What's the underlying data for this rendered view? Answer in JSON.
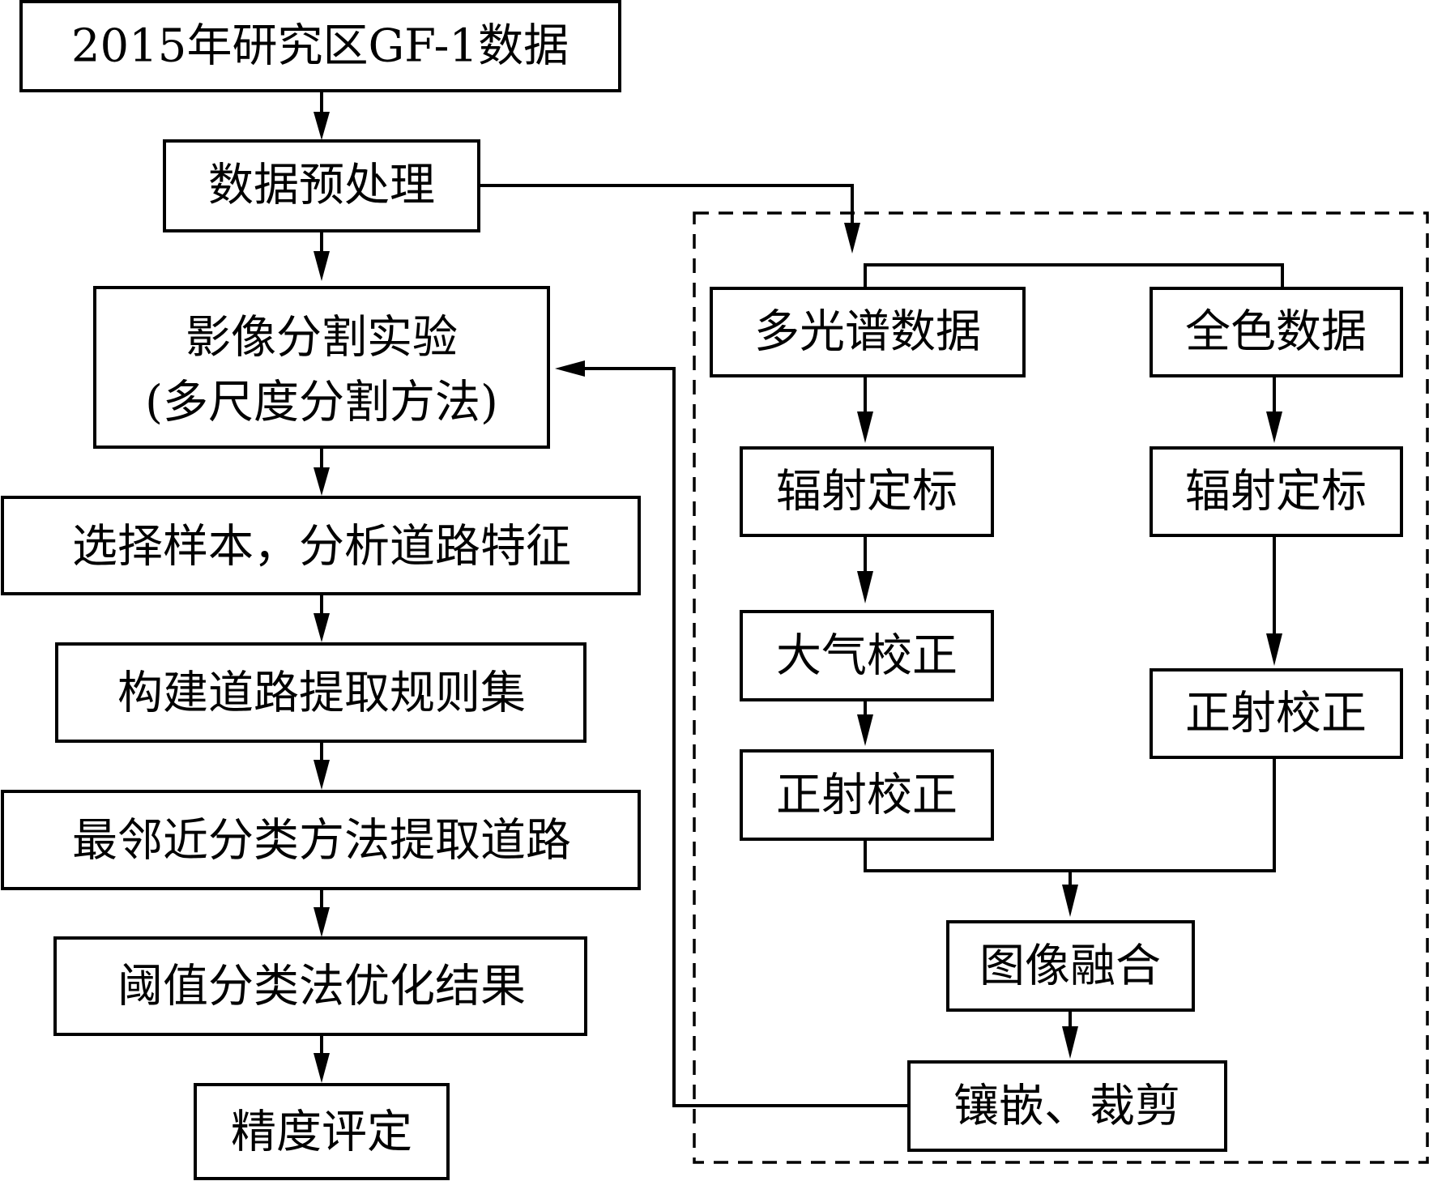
{
  "diagram": {
    "type": "flowchart",
    "main_flow": [
      {
        "id": "gf1-data",
        "label": "2015年研究区GF-1数据"
      },
      {
        "id": "preprocess",
        "label": "数据预处理"
      },
      {
        "id": "segmentation",
        "label": "影像分割实验",
        "label2": "(多尺度分割方法)"
      },
      {
        "id": "select-samples",
        "label": "选择样本，分析道路特征"
      },
      {
        "id": "build-rules",
        "label": "构建道路提取规则集"
      },
      {
        "id": "nn-classify",
        "label": "最邻近分类方法提取道路"
      },
      {
        "id": "threshold-optimize",
        "label": "阈值分类法优化结果"
      },
      {
        "id": "accuracy",
        "label": "精度评定"
      }
    ],
    "preprocess_group": {
      "multispectral": [
        {
          "id": "ms-data",
          "label": "多光谱数据"
        },
        {
          "id": "ms-radiometric",
          "label": "辐射定标"
        },
        {
          "id": "ms-atmospheric",
          "label": "大气校正"
        },
        {
          "id": "ms-ortho",
          "label": "正射校正"
        }
      ],
      "panchromatic": [
        {
          "id": "pan-data",
          "label": "全色数据"
        },
        {
          "id": "pan-radiometric",
          "label": "辐射定标"
        },
        {
          "id": "pan-ortho",
          "label": "正射校正"
        }
      ],
      "merge": [
        {
          "id": "fusion",
          "label": "图像融合"
        },
        {
          "id": "mosaic-clip",
          "label": "镶嵌、裁剪"
        }
      ]
    },
    "edges": [
      [
        "gf1-data",
        "preprocess"
      ],
      [
        "preprocess",
        "segmentation"
      ],
      [
        "segmentation",
        "select-samples"
      ],
      [
        "select-samples",
        "build-rules"
      ],
      [
        "build-rules",
        "nn-classify"
      ],
      [
        "nn-classify",
        "threshold-optimize"
      ],
      [
        "threshold-optimize",
        "accuracy"
      ],
      [
        "preprocess",
        "preprocess-group"
      ],
      [
        "ms-data",
        "ms-radiometric"
      ],
      [
        "ms-radiometric",
        "ms-atmospheric"
      ],
      [
        "ms-atmospheric",
        "ms-ortho"
      ],
      [
        "pan-data",
        "pan-radiometric"
      ],
      [
        "pan-radiometric",
        "pan-ortho"
      ],
      [
        "ms-ortho",
        "fusion"
      ],
      [
        "pan-ortho",
        "fusion"
      ],
      [
        "fusion",
        "mosaic-clip"
      ],
      [
        "mosaic-clip",
        "segmentation"
      ]
    ]
  }
}
